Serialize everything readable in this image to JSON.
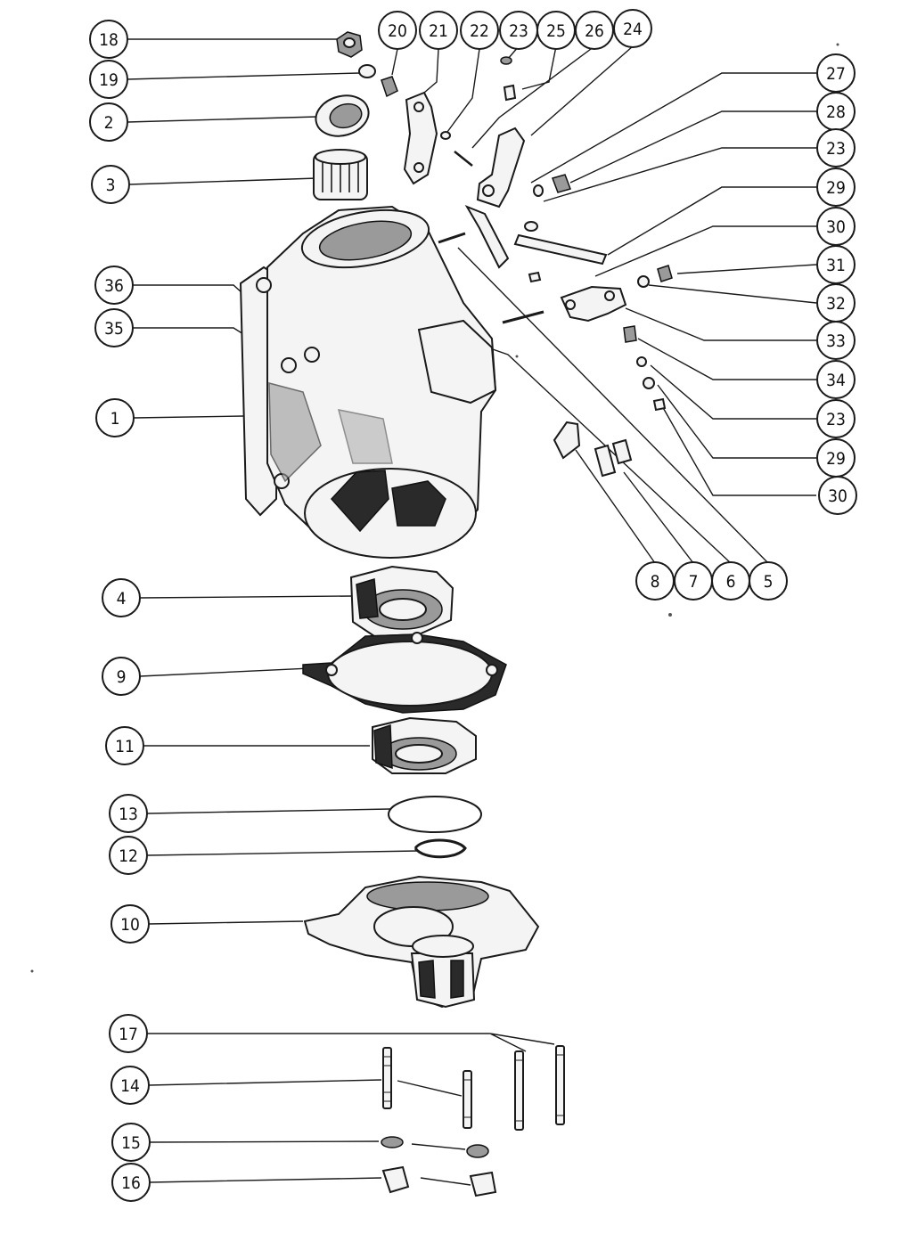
{
  "diagram": {
    "type": "exploded-parts-view",
    "callouts": [
      {
        "id": "c18a",
        "label": "18"
      },
      {
        "id": "c19a",
        "label": "19"
      },
      {
        "id": "c2",
        "label": "2"
      },
      {
        "id": "c3",
        "label": "3"
      },
      {
        "id": "c36",
        "label": "36"
      },
      {
        "id": "c35",
        "label": "35"
      },
      {
        "id": "c1",
        "label": "1"
      },
      {
        "id": "c4",
        "label": "4"
      },
      {
        "id": "c9",
        "label": "9"
      },
      {
        "id": "c11",
        "label": "11"
      },
      {
        "id": "c13",
        "label": "13"
      },
      {
        "id": "c12",
        "label": "12"
      },
      {
        "id": "c10",
        "label": "10"
      },
      {
        "id": "c17",
        "label": "17"
      },
      {
        "id": "c14",
        "label": "14"
      },
      {
        "id": "c15",
        "label": "15"
      },
      {
        "id": "c16",
        "label": "16"
      },
      {
        "id": "c20",
        "label": "20"
      },
      {
        "id": "c21",
        "label": "21"
      },
      {
        "id": "c22",
        "label": "22"
      },
      {
        "id": "c23a",
        "label": "23"
      },
      {
        "id": "c25",
        "label": "25"
      },
      {
        "id": "c26",
        "label": "26"
      },
      {
        "id": "c24",
        "label": "24"
      },
      {
        "id": "c27",
        "label": "27"
      },
      {
        "id": "c28",
        "label": "28"
      },
      {
        "id": "c23b",
        "label": "23"
      },
      {
        "id": "c29a",
        "label": "29"
      },
      {
        "id": "c30a",
        "label": "30"
      },
      {
        "id": "c31",
        "label": "31"
      },
      {
        "id": "c32",
        "label": "32"
      },
      {
        "id": "c33",
        "label": "33"
      },
      {
        "id": "c34",
        "label": "34"
      },
      {
        "id": "c23c",
        "label": "23"
      },
      {
        "id": "c29b",
        "label": "29"
      },
      {
        "id": "c30b",
        "label": "30"
      },
      {
        "id": "c8",
        "label": "8"
      },
      {
        "id": "c7",
        "label": "7"
      },
      {
        "id": "c6",
        "label": "6"
      },
      {
        "id": "c5",
        "label": "5"
      }
    ]
  }
}
